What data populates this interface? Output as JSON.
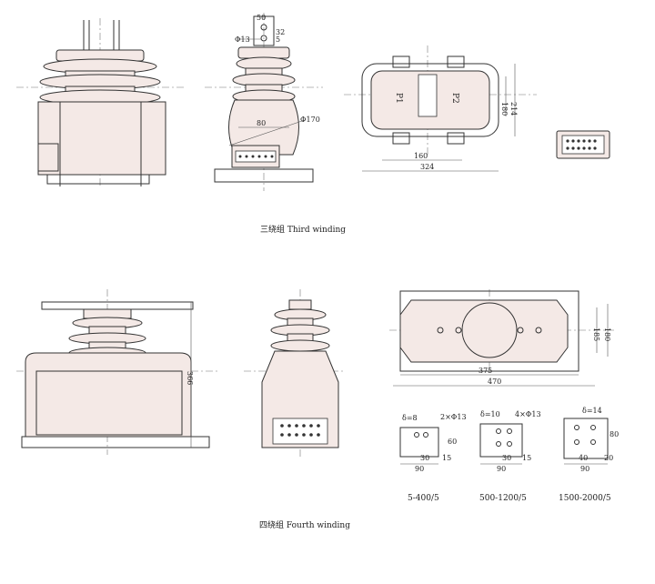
{
  "captions": {
    "third_winding": "三绕组 Third winding",
    "fourth_winding": "四绕组 Fourth winding"
  },
  "dimensions": {
    "d_50": "50",
    "phi13": "Φ13",
    "d_32": "32",
    "d_5": "5",
    "d_80": "80",
    "phi170": "Φ170",
    "d_160": "160",
    "d_324": "324",
    "d_180": "180",
    "d_214": "214",
    "d_366": "366",
    "d_185": "185",
    "d_180b": "180",
    "d_375": "375",
    "d_470": "470"
  },
  "labels": {
    "p1": "P1",
    "p2": "P2"
  },
  "plates": [
    {
      "delta": "δ=8",
      "holes": "2×Φ13",
      "d_60": "60",
      "d_30": "30",
      "d_15": "15",
      "d_90": "90",
      "ratio": "5-400/5"
    },
    {
      "delta": "δ=10",
      "holes": "4×Φ13",
      "d_30": "30",
      "d_15": "15",
      "d_90": "90",
      "ratio": "500-1200/5"
    },
    {
      "delta": "δ=14",
      "d_80": "80",
      "d_40": "40",
      "d_20": "20",
      "d_90": "90",
      "ratio": "1500-2000/5"
    }
  ]
}
